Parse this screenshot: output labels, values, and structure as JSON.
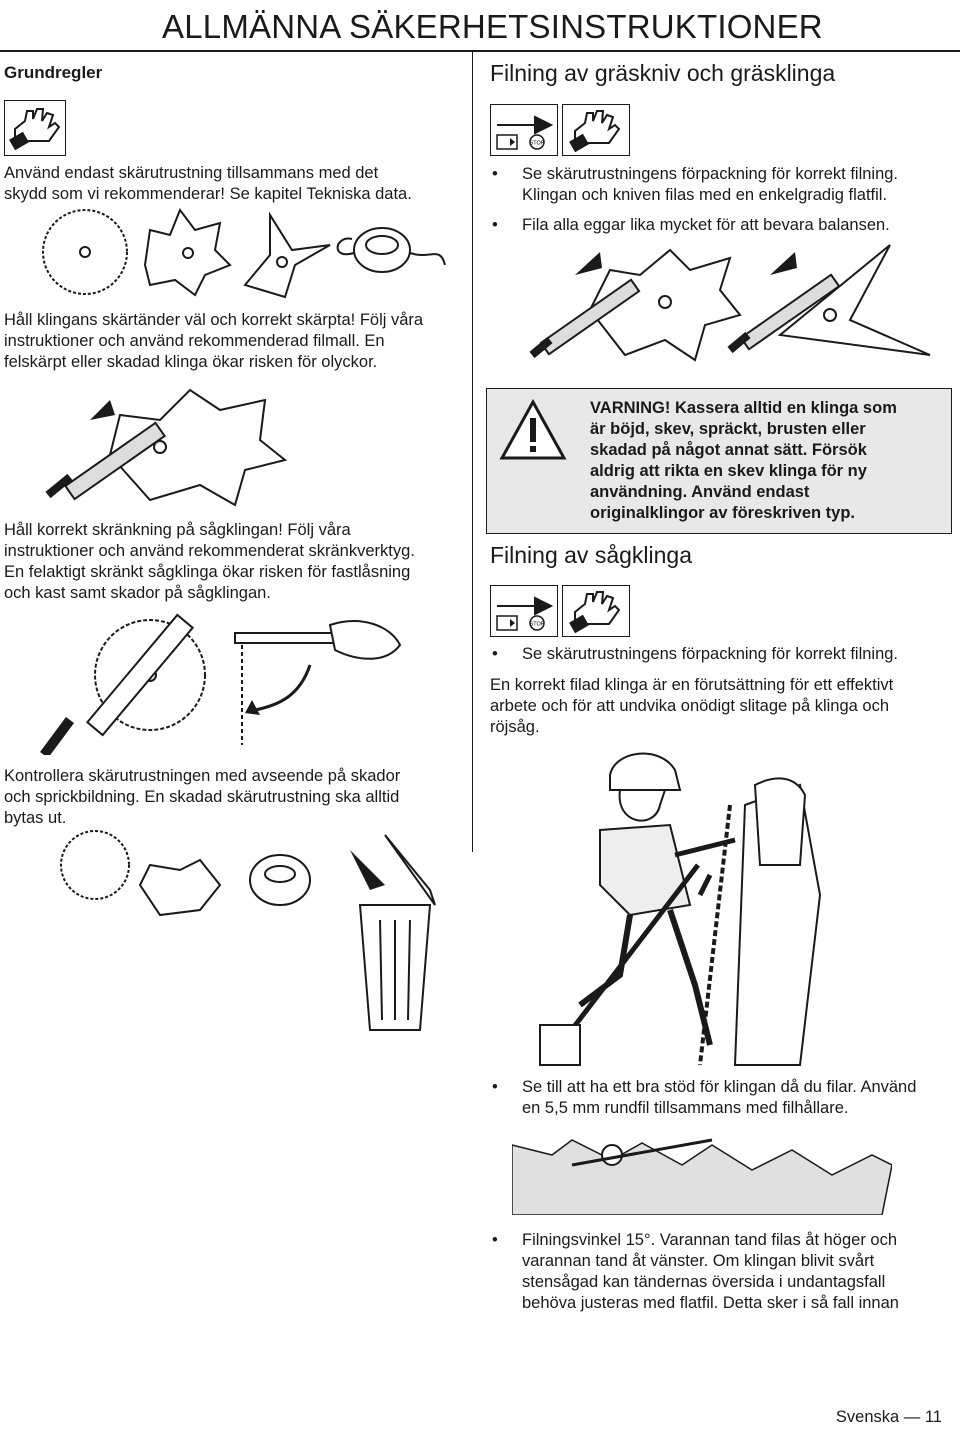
{
  "header": {
    "title": "ALLMÄNNA SÄKERHETSINSTRUKTIONER"
  },
  "left": {
    "section_title": "Grundregler",
    "p1": [
      "Använd endast skärutrustning tillsammans med det",
      "skydd som vi rekommenderar! Se kapitel Tekniska data."
    ],
    "p2": [
      "Håll klingans skärtänder väl och korrekt skärpta! Följ våra",
      "instruktioner och använd rekommenderad filmall. En",
      "felskärpt eller skadad klinga ökar risken för olyckor."
    ],
    "p3": [
      "Håll korrekt skränkning på sågklingan! Följ våra",
      "instruktioner och använd rekommenderat skränkverktyg.",
      "En felaktigt skränkt sågklinga ökar risken för fastlåsning",
      "och kast samt skador på sågklingan."
    ],
    "p4": [
      "Kontrollera skärutrustningen med avseende på skador",
      "och sprickbildning. En skadad skärutrustning ska alltid",
      "bytas ut."
    ]
  },
  "right": {
    "section_title": "Filning av gräskniv och gräsklinga",
    "bullets_a": [
      [
        "Se skärutrustningens förpackning för korrekt filning.",
        "Klingan och kniven filas med en enkelgradig flatfil."
      ],
      [
        "Fila alla eggar lika mycket för att bevara balansen."
      ]
    ],
    "warning": {
      "lines": [
        "VARNING! Kassera alltid en klinga som",
        "är böjd, skev, spräckt, brusten eller",
        "skadad på något annat sätt. Försök",
        "aldrig att rikta en skev klinga för ny",
        "användning. Använd endast",
        "originalklingor av föreskriven typ."
      ]
    },
    "subsection_title": "Filning av sågklinga",
    "bullet_b": "Se skärutrustningens förpackning för korrekt filning.",
    "p_b": [
      "En korrekt filad klinga är en förutsättning för ett effektivt",
      "arbete och för att undvika onödigt slitage på klinga och",
      "röjsåg."
    ],
    "bullet_c": [
      "Se till att ha ett bra stöd för klingan då du filar. Använd",
      "en 5,5 mm rundfil tillsammans med filhållare."
    ],
    "bullet_d": [
      "Filningsvinkel 15°. Varannan tand filas åt höger och",
      "varannan tand åt vänster. Om klingan blivit svårt",
      "stensågad kan tändernas översida i undantagsfall",
      "behöva justeras med flatfil. Detta sker i så fall innan"
    ]
  },
  "icons": {
    "stop_label": "STOP"
  },
  "footer": {
    "text": "Svenska — 11"
  }
}
